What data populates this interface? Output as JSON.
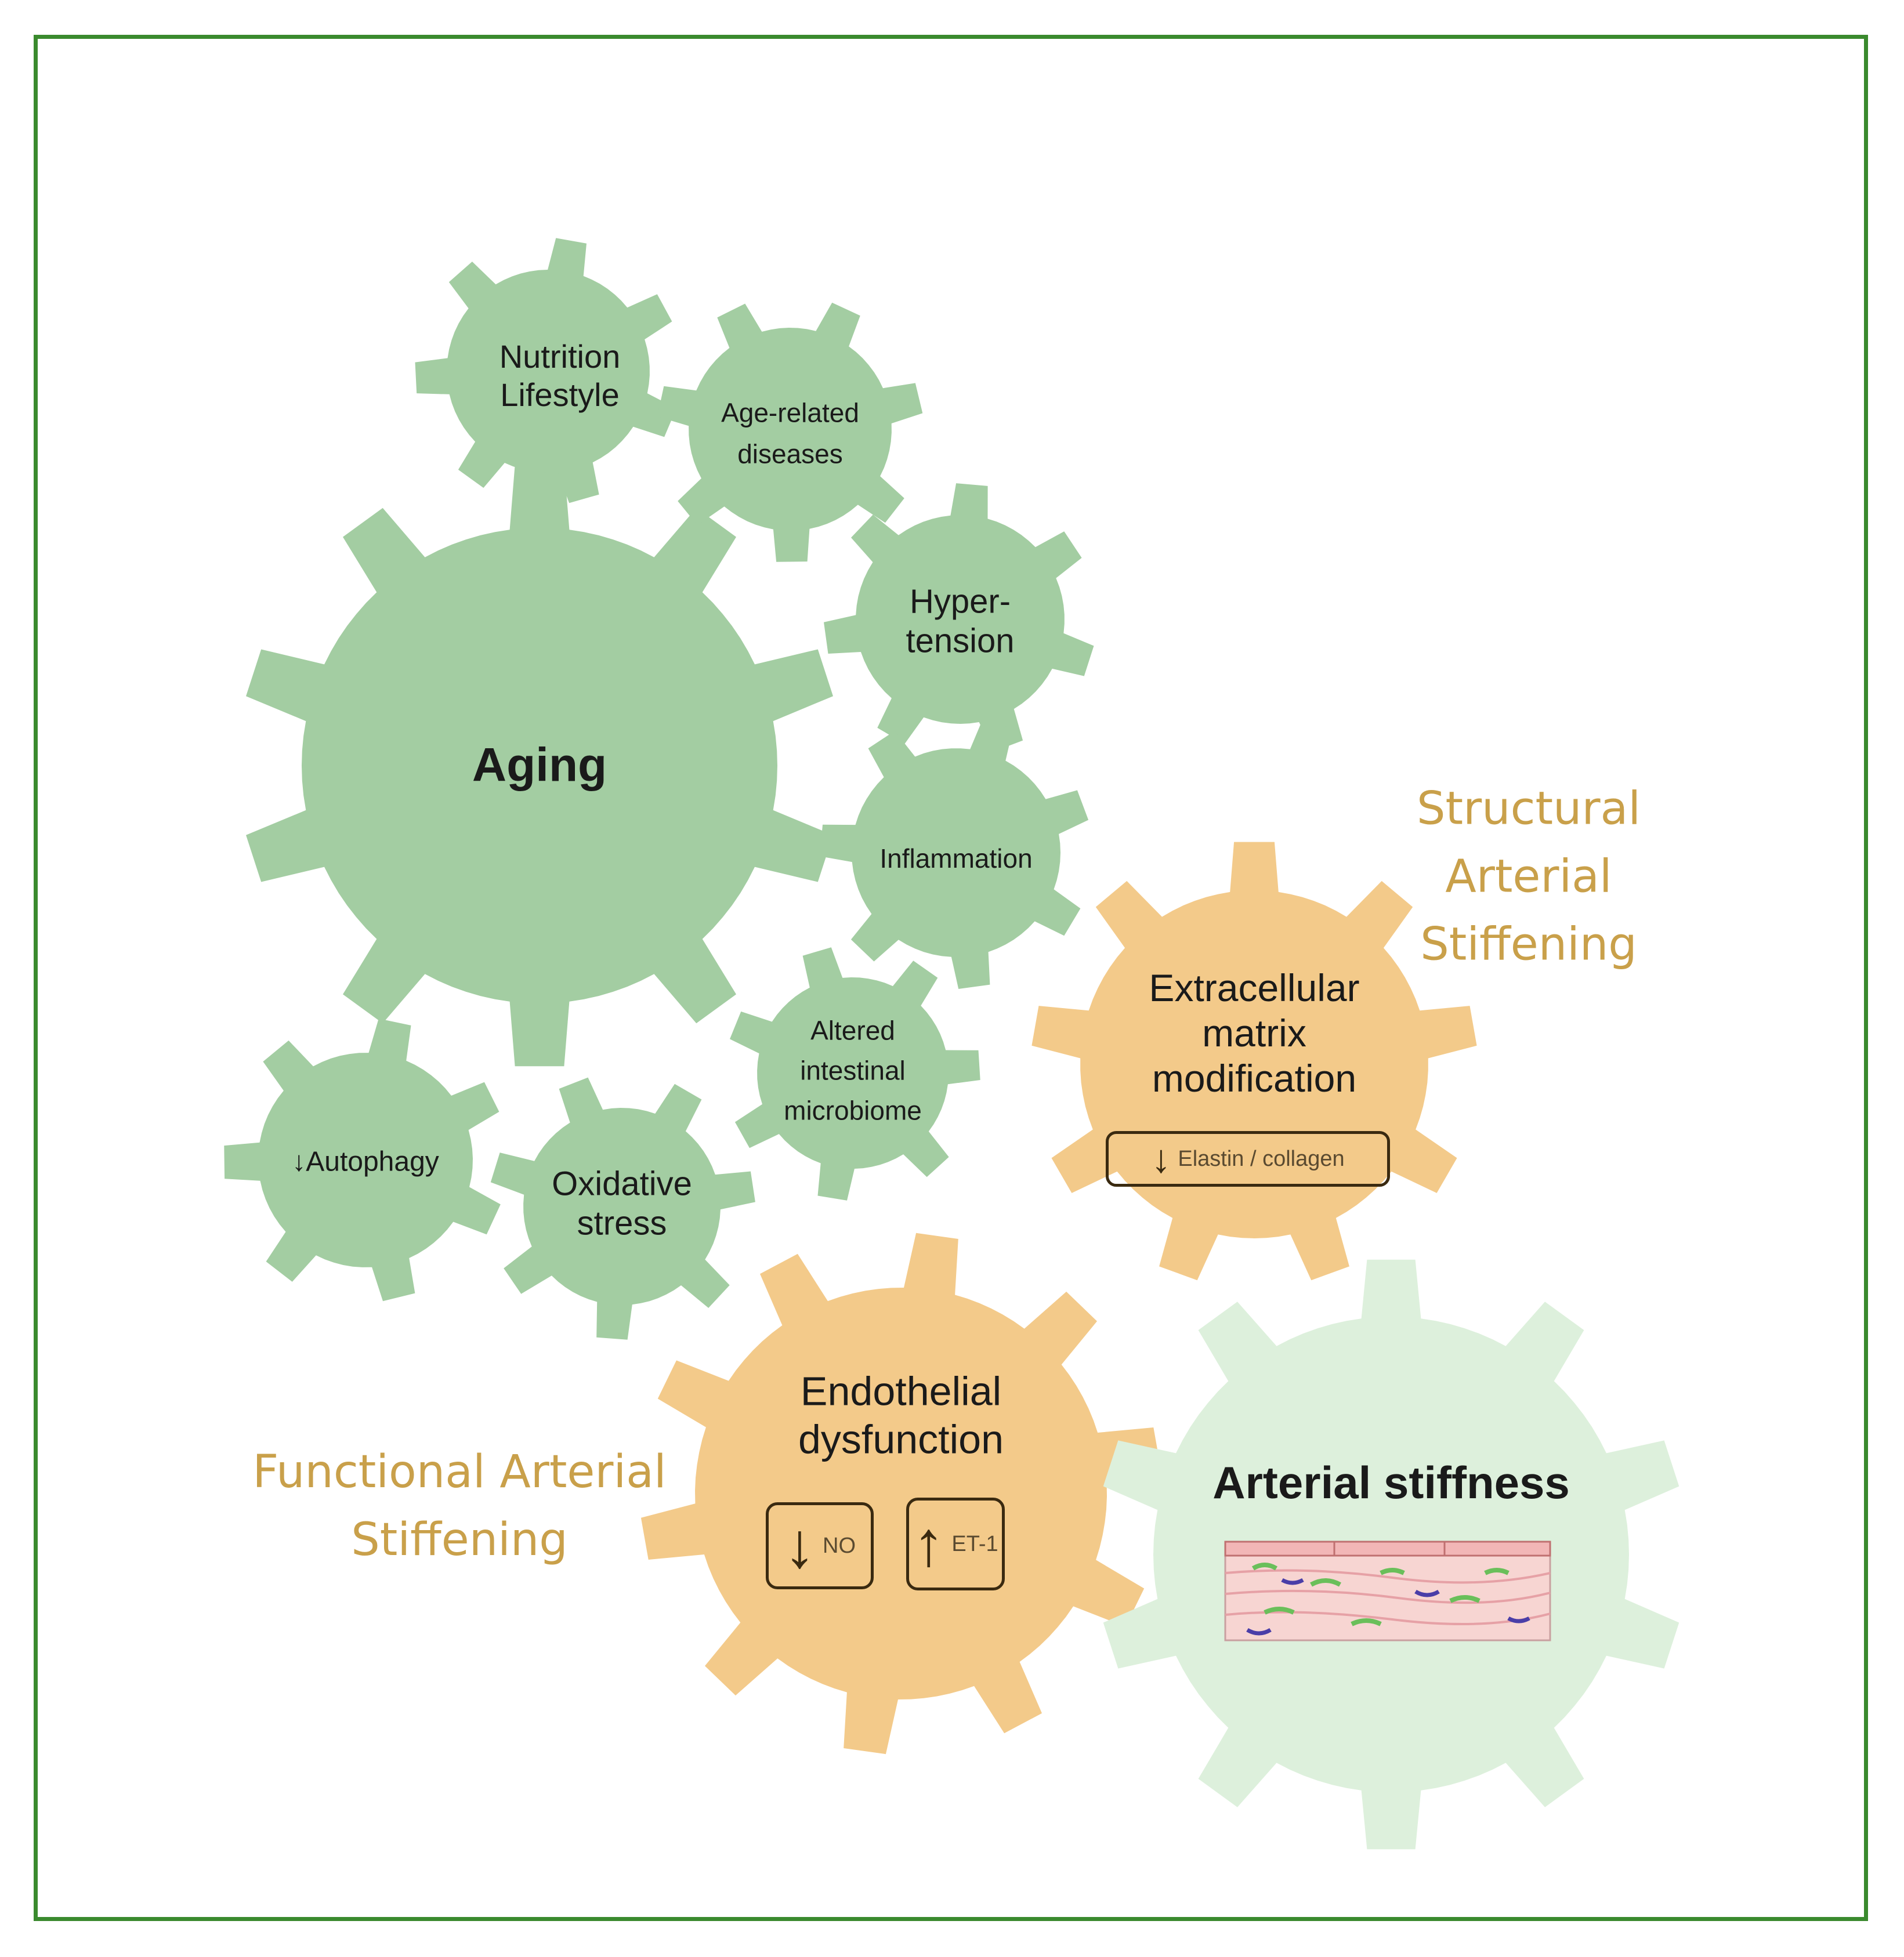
{
  "colors": {
    "frame": "#3a8a2e",
    "factor_gear": "#a3cda2",
    "mechanism_gear": "#f3ca8a",
    "outcome_gear": "#ddf0dc",
    "mechanism_text": "#c9a04a"
  },
  "gears": {
    "aging": "Aging",
    "nutrition": "Nutrition\nLifestyle",
    "age_related": "Age-related\ndiseases",
    "hypertension": "Hyper-\ntension",
    "inflammation": "Inflammation",
    "microbiome": "Altered\nintestinal\nmicrobiome",
    "autophagy": "↓Autophagy",
    "oxidative": "Oxidative\nstress",
    "ecm": "Extracellular\nmatrix\nmodification",
    "endothelial": "Endothelial\ndysfunction",
    "arterial": "Arterial stiffness"
  },
  "markers": {
    "elastin": {
      "arrow": "↓",
      "text": "Elastin / collagen"
    },
    "no": {
      "arrow": "↓",
      "text": "NO"
    },
    "et1": {
      "arrow": "↑",
      "text": "ET-1"
    }
  },
  "categories": {
    "structural": "Structural Arterial\nStiffening",
    "functional": "Functional Arterial\nStiffening"
  }
}
